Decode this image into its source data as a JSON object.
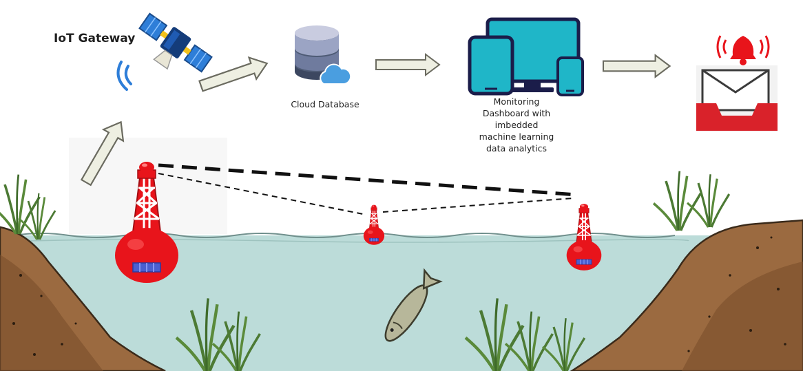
{
  "iot_gateway": {
    "label": "IoT Gateway",
    "icon": "satellite-icon"
  },
  "cloud_database": {
    "label": "Cloud Database",
    "icon": "database-cloud-icon"
  },
  "dashboard": {
    "label": "Monitoring\nDashboard with\nimbedded\nmachine learning\ndata analytics",
    "icon": "devices-icon"
  },
  "alert": {
    "icon": "alert-mail-icon"
  },
  "sensor_buoys": {
    "count": 3,
    "icon": "buoy-icon"
  },
  "colors": {
    "buoy_red": "#e8141b",
    "water": "#bcdcd9",
    "arrow_fill": "#eeefe2",
    "device_cyan": "#1fb6c8",
    "inbox_red": "#d9222a"
  }
}
